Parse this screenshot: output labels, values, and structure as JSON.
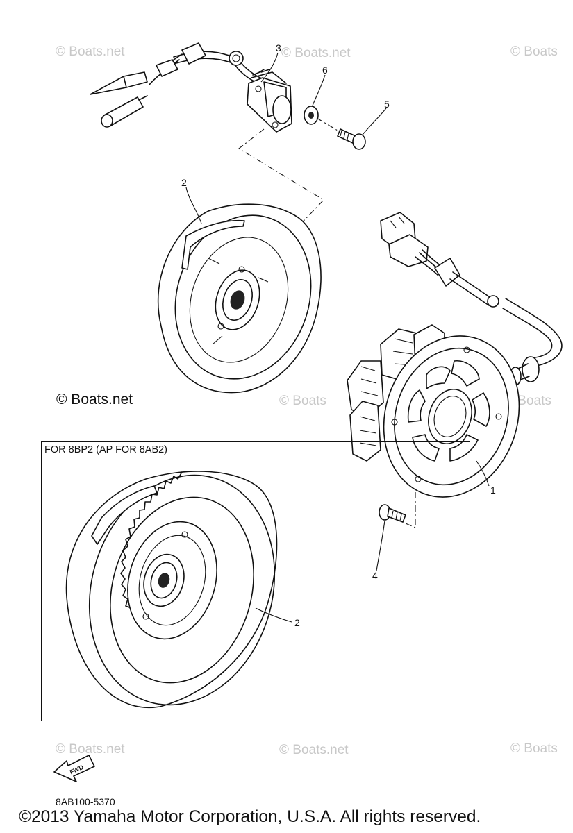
{
  "watermarks": [
    "© Boats.net",
    "© Boats.net",
    "© Boats",
    "© Boats",
    "© Boats",
    "© Boats.net",
    "© Boats.net",
    "© Boats"
  ],
  "boats_mark": "© Boats.net",
  "callouts": {
    "part_1": "1",
    "part_2_upper": "2",
    "part_2_lower": "2",
    "part_3": "3",
    "part_4": "4",
    "part_5": "5",
    "part_6": "6"
  },
  "variant_box": {
    "label": "FOR 8BP2 (AP FOR 8AB2)"
  },
  "forward_arrow": {
    "label": "FWD"
  },
  "drawing_number": "8AB100-5370",
  "copyright": "©2013 Yamaha Motor Corporation, U.S.A. All rights reserved.",
  "colors": {
    "ink": "#111111",
    "watermark": "#c8c8c8",
    "background": "#ffffff"
  }
}
